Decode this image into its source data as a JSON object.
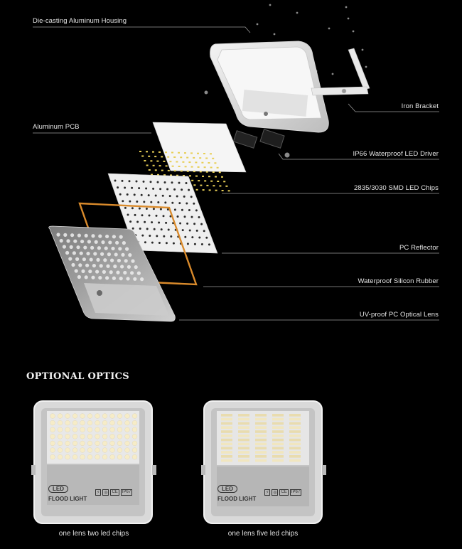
{
  "components": {
    "housing": "Die-casting Aluminum Housing",
    "bracket": "Iron Bracket",
    "pcb": "Aluminum PCB",
    "driver": "IP66 Waterproof LED Driver",
    "chips": "2835/3030 SMD LED Chips",
    "reflector": "PC Reflector",
    "rubber": "Waterproof Silicon Rubber",
    "lens": "UV-proof PC Optical Lens"
  },
  "optics": {
    "title": "OPTIONAL OPTICS",
    "items": [
      {
        "caption": "one lens two led chips",
        "logo": "LED",
        "product_name": "FLOOD LIGHT",
        "badges": [
          "⚡",
          "◎",
          "CE",
          "IP67"
        ]
      },
      {
        "caption": "one lens five led chips",
        "logo": "LED",
        "product_name": "FLOOD LIGHT",
        "badges": [
          "⚡",
          "◎",
          "CE",
          "IP67"
        ]
      }
    ]
  }
}
